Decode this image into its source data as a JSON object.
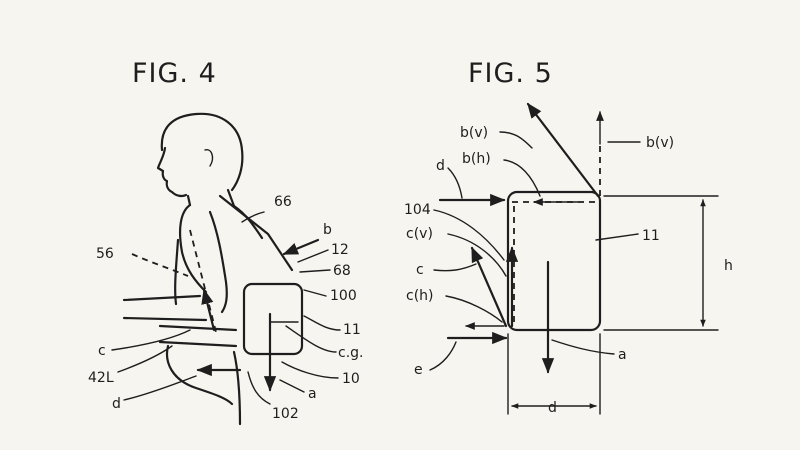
{
  "fig4": {
    "title": "FIG. 4",
    "labels": {
      "l66": "66",
      "lb": "b",
      "l12": "12",
      "l68": "68",
      "l100": "100",
      "l11": "11",
      "lcg": "c.g.",
      "l10": "10",
      "la": "a",
      "l102": "102",
      "l56": "56",
      "lc": "c",
      "l42L": "42L",
      "ld": "d"
    }
  },
  "fig5": {
    "title": "FIG. 5",
    "labels": {
      "lbv_left": "b(v)",
      "lbv_right": "b(v)",
      "lbh": "b(h)",
      "ld_top": "d",
      "l104": "104",
      "lcv": "c(v)",
      "l11": "11",
      "lc": "c",
      "lh": "h",
      "lch": "c(h)",
      "le": "e",
      "la": "a",
      "ld_bottom": "d"
    }
  }
}
